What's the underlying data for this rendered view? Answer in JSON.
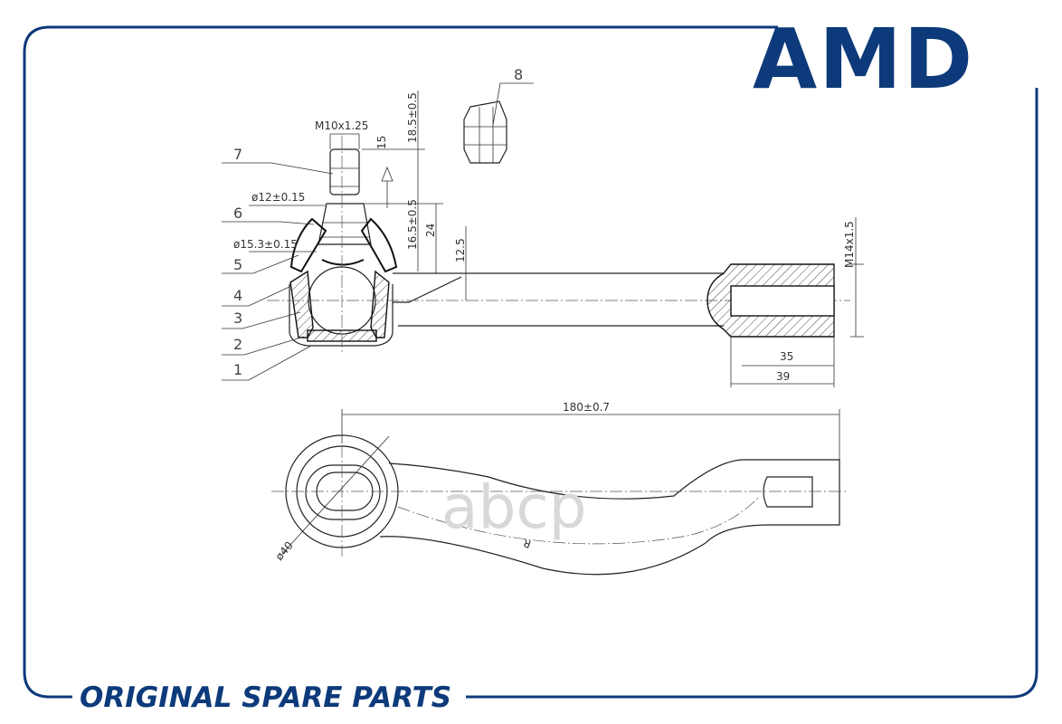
{
  "brand": {
    "logo_text": "AMD",
    "footer_text": "ORIGINAL SPARE PARTS",
    "watermark": "abcp",
    "color": "#0d3a7a"
  },
  "dimensions": {
    "m10": "M10x1.25",
    "d12": "ø12±0.15",
    "d153": "ø15.3±0.15",
    "h185": "18.5±0.5",
    "h15": "15",
    "h165": "16.5±0.5",
    "h24": "24",
    "h125": "12.5",
    "m14": "M14x1.5",
    "l35": "35",
    "l39": "39",
    "l180": "180±0.7",
    "d40": "ø40",
    "radius": "R"
  },
  "callouts": [
    "1",
    "2",
    "3",
    "4",
    "5",
    "6",
    "7",
    "8"
  ]
}
